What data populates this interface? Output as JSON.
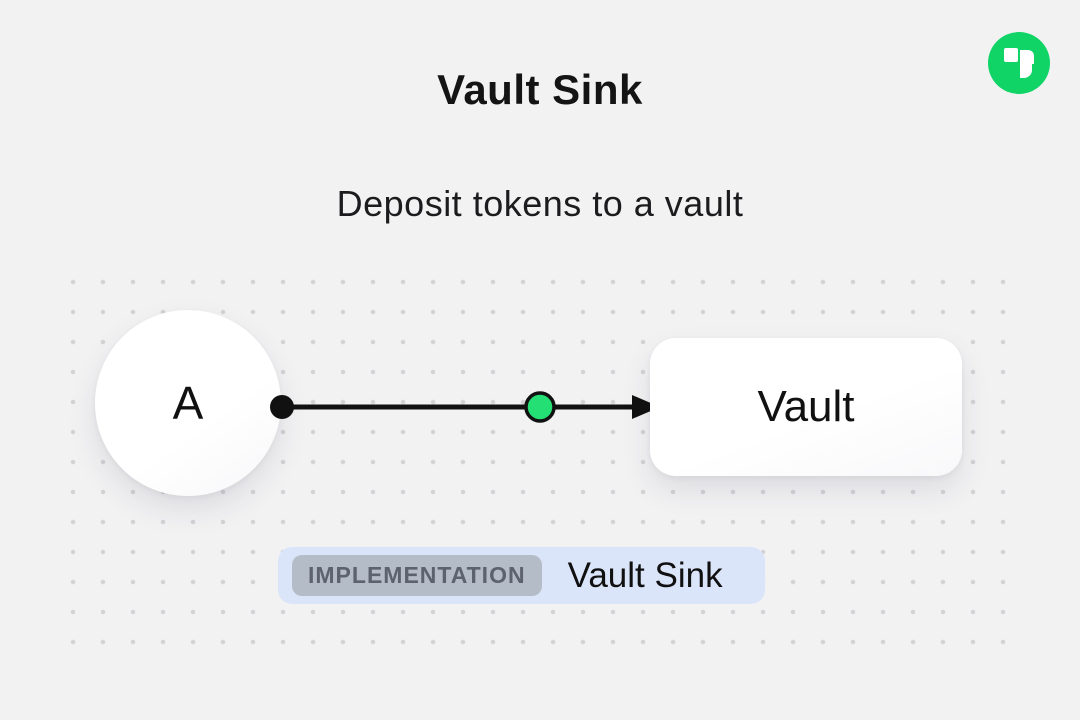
{
  "header": {
    "title": "Vault Sink",
    "subtitle": "Deposit tokens to a vault"
  },
  "logo": {
    "name": "superfluid-logo",
    "color": "#11d467"
  },
  "diagram": {
    "source_node": {
      "label": "A"
    },
    "target_node": {
      "label": "Vault"
    },
    "edge": {
      "start_marker": "black-dot",
      "mid_marker": "green-dot",
      "end_marker": "arrowhead",
      "green": "#23df74",
      "stroke": "#111111"
    }
  },
  "implementation": {
    "badge": "IMPLEMENTATION",
    "label": "Vault Sink",
    "pill_bg": "#dbe5fa",
    "badge_bg": "#b4bcc7"
  },
  "colors": {
    "background": "#f2f2f3",
    "dot": "#d3d3d6",
    "text": "#141414"
  }
}
